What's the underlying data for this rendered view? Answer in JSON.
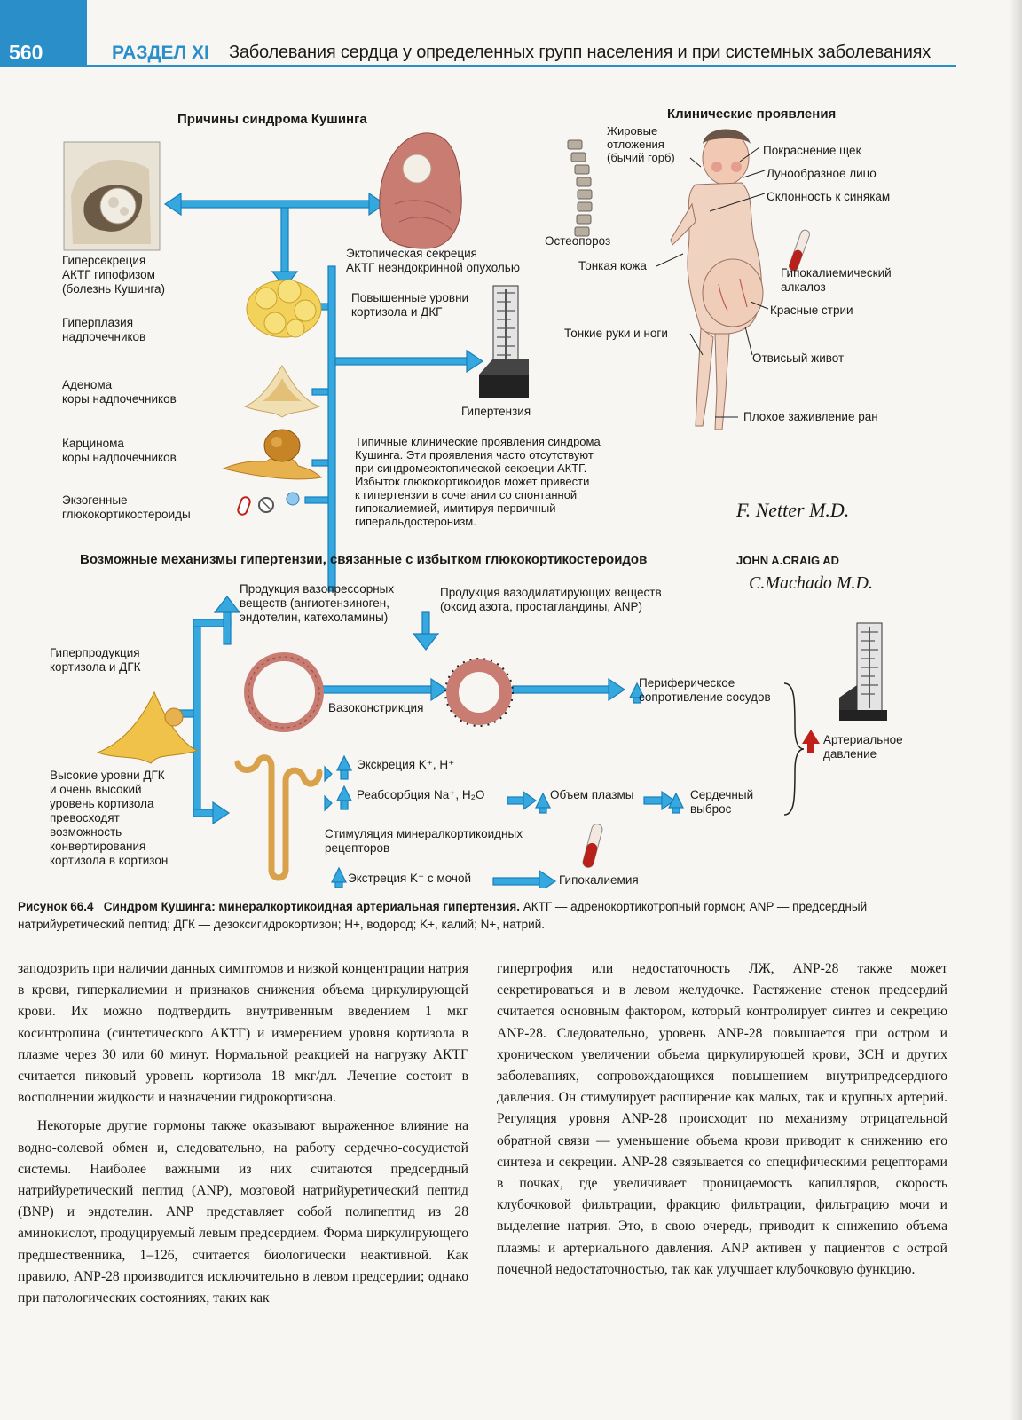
{
  "header": {
    "page_number": "560",
    "section_label": "РАЗДЕЛ XI",
    "section_title": "Заболевания сердца у определенных групп населения и при системных заболеваниях"
  },
  "figure": {
    "causes": {
      "title": "Причины синдрома Кушинга",
      "pituitary_1": "Гиперсекреция",
      "pituitary_2": "АКТГ гипофизом",
      "pituitary_3": "(болезнь Кушинга)",
      "ectopic_1": "Эктопическая секреция",
      "ectopic_2": "АКТГ неэндокринной опухолью",
      "hyperplasia_1": "Гиперплазия",
      "hyperplasia_2": "надпочечников",
      "adenoma_1": "Аденома",
      "adenoma_2": "коры надпочечников",
      "carcinoma_1": "Карцинома",
      "carcinoma_2": "коры надпочечников",
      "exogenous_1": "Экзогенные",
      "exogenous_2": "глюкокортикостероиды",
      "levels_1": "Повышенные уровни",
      "levels_2": "кортизола и ДКГ",
      "hypertension": "Гипертензия",
      "typical_1": "Типичные клинические проявления синдрома",
      "typical_2": "Кушинга. Эти проявления часто отсутствуют",
      "typical_3": "при синдромеэктопической секреции АКТГ.",
      "typical_4": "Избыток глюкокортикоидов может привести",
      "typical_5": "к гипертензии в сочетании со спонтанной",
      "typical_6": "гипокалиемией, имитируя первичный",
      "typical_7": "гиперальдостеронизм."
    },
    "clinical": {
      "title": "Клинические проявления",
      "fat_1": "Жировые",
      "fat_2": "отложения",
      "fat_3": "(бычий горб)",
      "osteoporosis": "Остеопороз",
      "thin_skin": "Тонкая кожа",
      "thin_limbs": "Тонкие руки и ноги",
      "cheeks": "Покраснение щек",
      "moon_face": "Лунообразное лицо",
      "bruising": "Склонность к синякам",
      "alkalosis_1": "Гипокалиемический",
      "alkalosis_2": "алкалоз",
      "striae": "Красные стрии",
      "abdomen": "Отвисьый живот",
      "wounds": "Плохое заживление ран"
    },
    "signature": {
      "line1": "F. Netter M.D.",
      "line2": "JOHN A.CRAIG AD",
      "line3": "C.Machado M.D."
    },
    "mechanisms": {
      "title": "Возможные механизмы гипертензии, связанные с избытком глюкокортикостероидов",
      "hyperproduction_1": "Гиперпродукция",
      "hyperproduction_2": "кортизола и ДГК",
      "vasopressor_1": "Продукция вазопрессорных",
      "vasopressor_2": "веществ (ангиотензиноген,",
      "vasopressor_3": "эндотелин, катехоламины)",
      "vasodilator_1": "Продукция вазодилатирующих веществ",
      "vasodilator_2": "(оксид азота, простагландины, ANP)",
      "vasoconstriction": "Вазоконстрикция",
      "peripheral_1": "Периферическое",
      "peripheral_2": "сопротивление сосудов",
      "arterial_1": "Артериальное",
      "arterial_2": "давление",
      "high_dgk_1": "Высокие уровни ДГК",
      "high_dgk_2": "и очень высокий",
      "high_dgk_3": "уровень кортизола",
      "high_dgk_4": "превосходят",
      "high_dgk_5": "возможность",
      "high_dgk_6": "конвертирования",
      "high_dgk_7": "кортизола в кортизон",
      "k_excretion": "Экскреция K⁺, H⁺",
      "na_reabsorption": "Реабсорбция Na⁺, H₂O",
      "plasma_volume": "Объем плазмы",
      "cardiac_1": "Сердечный",
      "cardiac_2": "выброс",
      "stimulation_1": "Стимуляция минералкортикоидных",
      "stimulation_2": "рецепторов",
      "urine_k": "Экстреция K⁺ с мочой",
      "hypokalemia": "Гипокалиемия"
    },
    "colors": {
      "arrow": "#35a8df",
      "arrow_dark": "#1a7fb8",
      "adrenal": "#e8b84a",
      "tissue": "#c97d72",
      "red": "#c0201a"
    }
  },
  "caption": {
    "label": "Рисунок 66.4",
    "bold": "Синдром Кушинга: минералкортикоидная артериальная гипертензия.",
    "text": "АКТГ — адренокортикотропный гормон; ANP — предсердный натрийуретический пептид; ДГК — дезоксигидрокортизон; H+, водород; K+, калий; N+, натрий."
  },
  "body": {
    "left_p1": "заподозрить при наличии данных симптомов и низкой концентрации натрия в крови, гиперкалиемии и признаков снижения объема циркулирующей крови. Их можно подтвердить внутривенным введением 1 мкг косинтропина (синтетического АКТГ) и измерением уровня кортизола в плазме через 30 или 60 минут. Нормальной реакцией на нагрузку АКТГ считается пиковый уровень кортизола 18 мкг/дл. Лечение состоит в восполнении жидкости и назначении гидрокортизона.",
    "left_p2": "Некоторые другие гормоны также оказывают выраженное влияние на водно-солевой обмен и, следовательно, на работу сердечно-сосудистой системы. Наиболее важными из них считаются предсердный натрийуретический пептид (ANP), мозговой натрийуретический пептид (BNP) и эндотелин. ANP представляет собой полипептид из 28 аминокислот, продуцируемый левым предсердием. Форма циркулирующего предшественника, 1–126, считается биологически неактивной. Как правило, ANP-28 производится исключительно в левом предсердии; однако при патологических состояниях, таких как",
    "right_p1": "гипертрофия или недостаточность ЛЖ, ANP-28 также может секретироваться и в левом желудочке. Растяжение стенок предсердий считается основным фактором, который контролирует синтез и секрецию ANP-28. Следовательно, уровень ANP-28 повышается при остром и хроническом увеличении объема циркулирующей крови, ЗСН и других заболеваниях, сопровождающихся повышением внутрипредсердного давления. Он стимулирует расширение как малых, так и крупных артерий. Регуляция уровня ANP-28 происходит по механизму отрицательной обратной связи — уменьшение объема крови приводит к снижению его синтеза и секреции. ANP-28 связывается со специфическими рецепторами в почках, где увеличивает проницаемость капилляров, скорость клубочковой фильтрации, фракцию фильтрации, фильтрацию мочи и выделение натрия. Это, в свою очередь, приводит к снижению объема плазмы и артериального давления. ANP активен у пациентов с острой почечной недостаточностью, так как улучшает клубочковую функцию."
  }
}
